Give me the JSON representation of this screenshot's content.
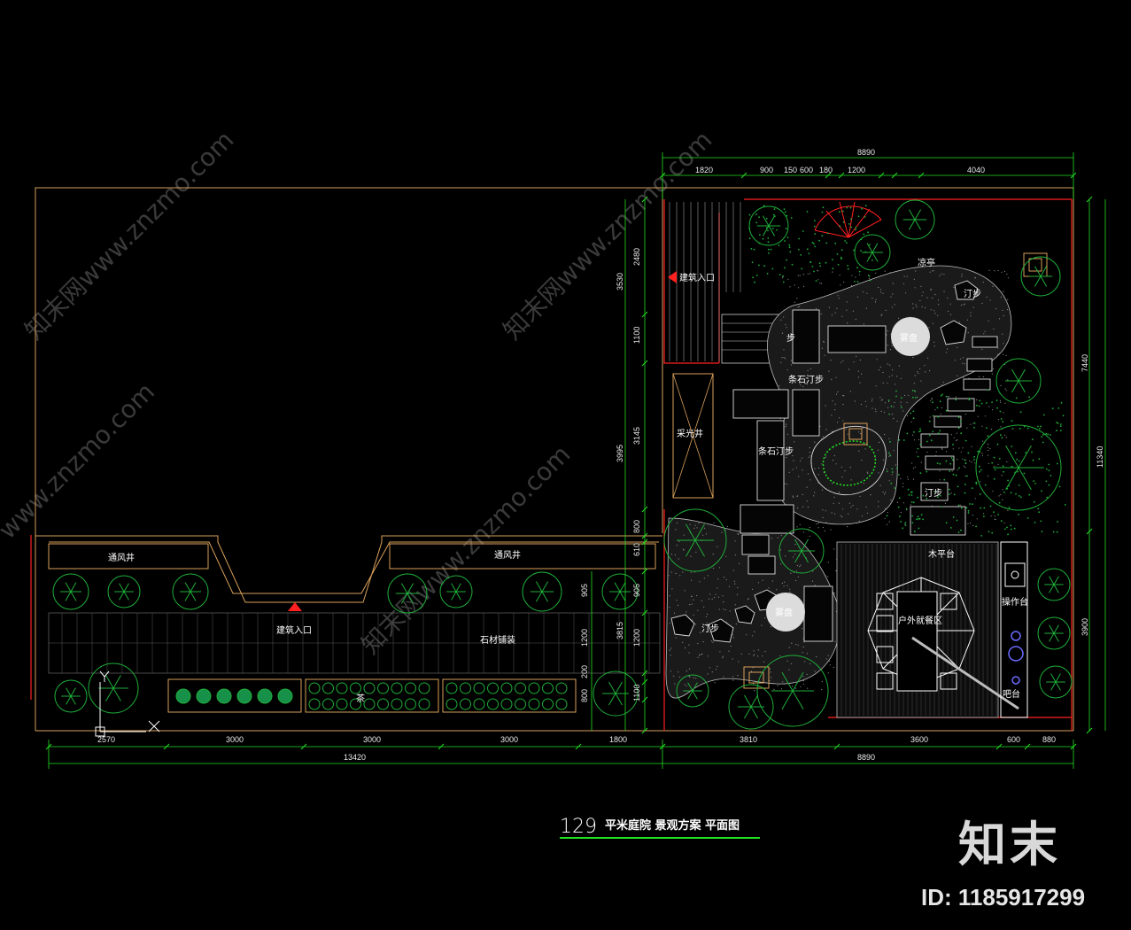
{
  "title": {
    "number": "129",
    "text": "平米庭院   景观方案   平面图"
  },
  "labels": {
    "vent_left": "通风井",
    "vent_right": "通风井",
    "entry_top": "建筑入口",
    "entry_bottom": "建筑入口",
    "stone_paving": "石材铺装",
    "tea": "茶",
    "skylight": "采光井",
    "stone_step_1": "条石汀步",
    "stone_step_2": "条石汀步",
    "step_top": "汀步",
    "step_mid": "汀步",
    "step_bottom": "汀步",
    "step_small": "步",
    "fog_basin_1": "雾盘",
    "fog_basin_2": "雾盘",
    "pavilion": "凉亭",
    "wood_deck": "木平台",
    "outdoor_dining": "户外就餐区",
    "counter": "操作台",
    "bar": "吧台"
  },
  "dims": {
    "top_total": "8890",
    "top": [
      "1820",
      "900",
      "150",
      "600",
      "180",
      "1200",
      "4040"
    ],
    "bottom_left": [
      "2570",
      "3000",
      "3000",
      "3000",
      "1800"
    ],
    "bottom_left_total": "13420",
    "bottom_right": [
      "3810",
      "3600",
      "600",
      "880"
    ],
    "bottom_right_total": "8890",
    "left_vertical": [
      "2480",
      "3530",
      "1100",
      "3145",
      "3995",
      "800",
      "610",
      "905",
      "3815",
      "1200",
      "200",
      "800",
      "1100"
    ],
    "right_vertical": [
      "7440",
      "11340",
      "3900"
    ]
  },
  "watermarks": [
    "知末网www.znzmo.com",
    "知末网www.znzmo.com",
    "知末网www.znzmo.com",
    "www.znzmo.com"
  ],
  "brand": {
    "logo": "知末",
    "id": "ID: 1185917299"
  },
  "colors": {
    "outline": "#d9a05a",
    "red": "#ff2020",
    "dim": "#22e022",
    "plant": "#1fae3a",
    "stone": "#bcbcbc",
    "white": "#ffffff"
  }
}
